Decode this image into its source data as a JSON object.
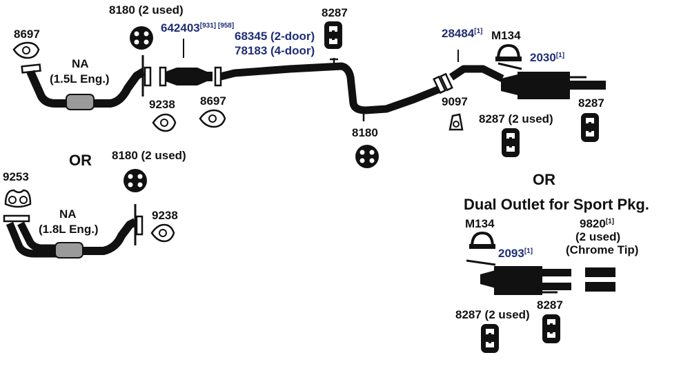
{
  "colors": {
    "part_black": "#111111",
    "link_blue": "#1f2d78",
    "flex_gray": "#9a9a9a"
  },
  "labels": {
    "p8697_left": "8697",
    "na15": "NA",
    "na15_sub": "(1.5L Eng.)",
    "p8180_top": "8180 (2 used)",
    "p642403": "642403",
    "p642403_sup": "[931] [958]",
    "p68345": "68345 (2-door)",
    "p78183": "78183 (4-door)",
    "p8287_top": "8287",
    "p9238_a": "9238",
    "p8697_mid": "8697",
    "p8180_mid": "8180",
    "p28484": "28484",
    "p28484_sup": "[1]",
    "m134_top": "M134",
    "p2030": "2030",
    "p2030_sup": "[1]",
    "p9097": "9097",
    "p8287_2used_a": "8287 (2 used)",
    "p8287_right": "8287",
    "or_left": "OR",
    "p8180_or": "8180 (2 used)",
    "p9253": "9253",
    "p9238_b": "9238",
    "na18": "NA",
    "na18_sub": "(1.8L Eng.)",
    "or_right": "OR",
    "dual_title": "Dual Outlet for Sport Pkg.",
    "m134_bottom": "M134",
    "p9820": "9820",
    "p9820_sup": "[1]",
    "p9820_used": "(2 used)",
    "p9820_tip": "(Chrome Tip)",
    "p2093": "2093",
    "p2093_sup": "[1]",
    "p8287_2used_b": "8287 (2 used)",
    "p8287_bottom": "8287"
  }
}
